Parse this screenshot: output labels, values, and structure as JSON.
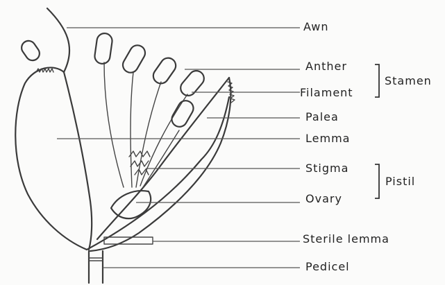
{
  "labels": {
    "awn": "Awn",
    "anther": "Anther",
    "filament": "Filament",
    "stamen": "Stamen",
    "palea": "Palea",
    "lemma": "Lemma",
    "stigma": "Stigma",
    "pistil": "Pistil",
    "ovary": "Ovary",
    "sterile_lemma": "Sterile lemma",
    "pedicel": "Pedicel"
  }
}
